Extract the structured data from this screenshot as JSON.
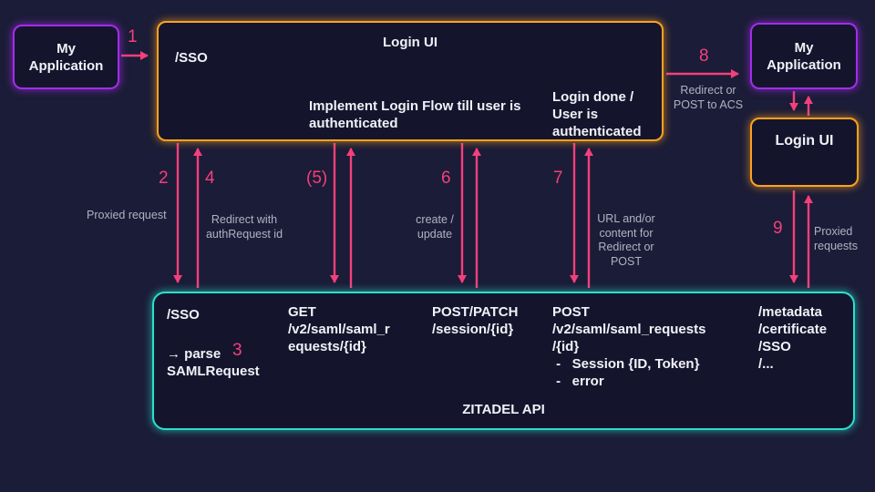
{
  "colors": {
    "background": "#1b1c37",
    "box_fill": "#14152d",
    "purple_border": "#a32ceb",
    "orange_border": "#ffa11e",
    "cyan_border": "#2ae0cd",
    "arrow_pink": "#f43f7c",
    "text": "#f2f1f7",
    "muted_text": "#b2b1c3"
  },
  "nodes": {
    "my_application_left": {
      "label": "My Application"
    },
    "login_ui_top": {
      "title": "Login UI",
      "endpoint": "/SSO",
      "implement_note": "Implement Login Flow till user is\nauthenticated",
      "login_done_note": "Login done /\nUser is\nauthenticated"
    },
    "my_application_right": {
      "label": "My Application"
    },
    "login_ui_right": {
      "label": "Login UI"
    },
    "zitadel_api": {
      "title": "ZITADEL API",
      "sso_endpoint": "/SSO",
      "parse_note": "→ parse\nSAMLRequest",
      "get_saml_request": "GET\n/v2/saml/saml_r\nequests/{id}",
      "post_patch_session": "POST/PATCH\n/session/{id}",
      "post_saml_request": "POST\n/v2/saml/saml_requests\n/{id}\n -   Session {ID, Token}\n -   error",
      "other_endpoints": "/metadata\n/certificate\n/SSO\n/..."
    }
  },
  "steps": {
    "s1": {
      "number": "1"
    },
    "s2": {
      "number": "2",
      "label": "Proxied request"
    },
    "s3": {
      "number": "3"
    },
    "s4": {
      "number": "4",
      "label": "Redirect with\nauthRequest id"
    },
    "s5": {
      "number": "(5)"
    },
    "s6": {
      "number": "6",
      "label": "create /\nupdate"
    },
    "s7": {
      "number": "7",
      "label": "URL and/or\ncontent for\nRedirect or\nPOST"
    },
    "s8": {
      "number": "8",
      "label": "Redirect or\nPOST to ACS"
    },
    "s9": {
      "number": "9",
      "label": "Proxied\nrequests"
    }
  }
}
